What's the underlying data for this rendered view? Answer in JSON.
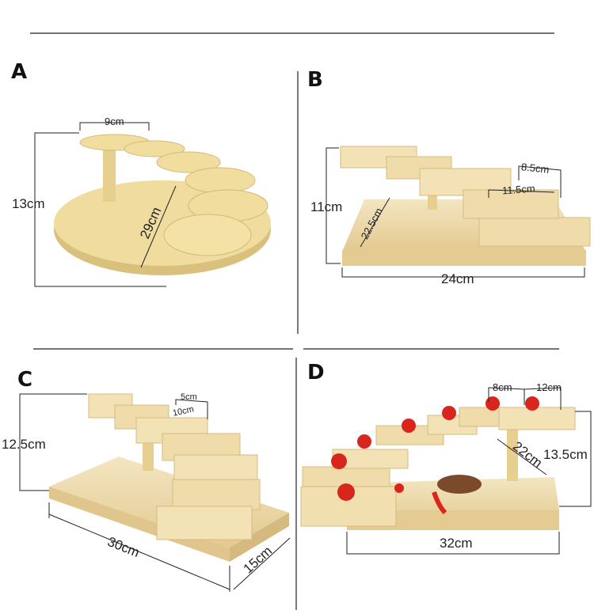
{
  "panels": [
    {
      "letter": "A",
      "dims": {
        "top_width": "9cm",
        "height": "13cm",
        "diagonal": "29cm"
      }
    },
    {
      "letter": "B",
      "dims": {
        "height": "11cm",
        "depth": "22.5cm",
        "width": "24cm",
        "step_depth": "8.5cm",
        "step_width": "11.5cm"
      }
    },
    {
      "letter": "C",
      "dims": {
        "height": "12.5cm",
        "step_depth": "5cm",
        "step_width": "10cm",
        "length": "30cm",
        "depth": "15cm"
      }
    },
    {
      "letter": "D",
      "dims": {
        "step_depth": "8cm",
        "step_width": "12cm",
        "depth": "22cm",
        "height": "13.5cm",
        "length": "32cm"
      }
    }
  ],
  "colors": {
    "wood": "#ecd9a8",
    "wood_dark": "#d7bd82",
    "wood_light": "#f6ead0",
    "tomato": "#d8261c",
    "line": "#111111"
  }
}
